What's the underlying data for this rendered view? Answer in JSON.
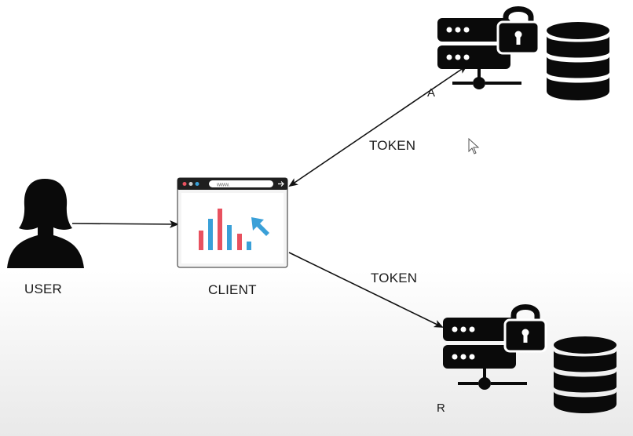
{
  "diagram": {
    "user_label": "USER",
    "client_label": "CLIENT",
    "client_url": "www.",
    "token_top": "TOKEN",
    "token_bottom": "TOKEN",
    "server_a_label": "A",
    "server_r_label": "R"
  },
  "colors": {
    "ink": "#0a0a0a",
    "bar_red": "#e8515f",
    "bar_blue": "#3aa0d8",
    "browser_frame": "#2a2a2a"
  }
}
